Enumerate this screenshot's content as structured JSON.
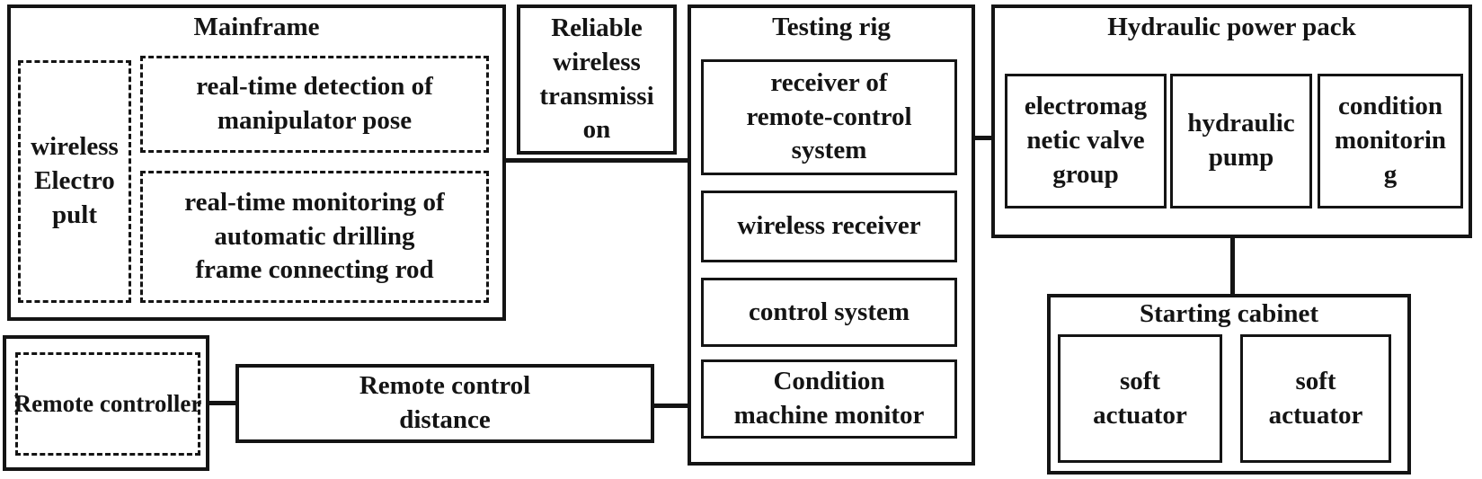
{
  "mainframe": {
    "title": "Mainframe",
    "wireless_electro_pult": "wireless\nElectro\npult",
    "detection": "real-time detection of\nmanipulator pose",
    "monitoring": "real-time monitoring of\nautomatic drilling\nframe connecting rod"
  },
  "transmission": {
    "label": "Reliable\nwireless\ntransmissi\non"
  },
  "testing_rig": {
    "title": "Testing rig",
    "receiver_remote": "receiver of\nremote-control\nsystem",
    "wireless_receiver": "wireless receiver",
    "control_system": "control system",
    "condition_monitor": "Condition\nmachine monitor"
  },
  "hydraulic_power_pack": {
    "title": "Hydraulic power pack",
    "valve_group": "electromag\nnetic valve\ngroup",
    "pump": "hydraulic\npump",
    "condition_monitoring": "condition\nmonitorin\ng"
  },
  "starting_cabinet": {
    "title": "Starting cabinet",
    "soft_actuator_1": "soft\nactuator",
    "soft_actuator_2": "soft\nactuator"
  },
  "remote_controller": {
    "label": "Remote controller"
  },
  "remote_control_distance": {
    "label": "Remote control\ndistance"
  },
  "colors": {
    "line": "#141414",
    "background": "#ffffff"
  }
}
